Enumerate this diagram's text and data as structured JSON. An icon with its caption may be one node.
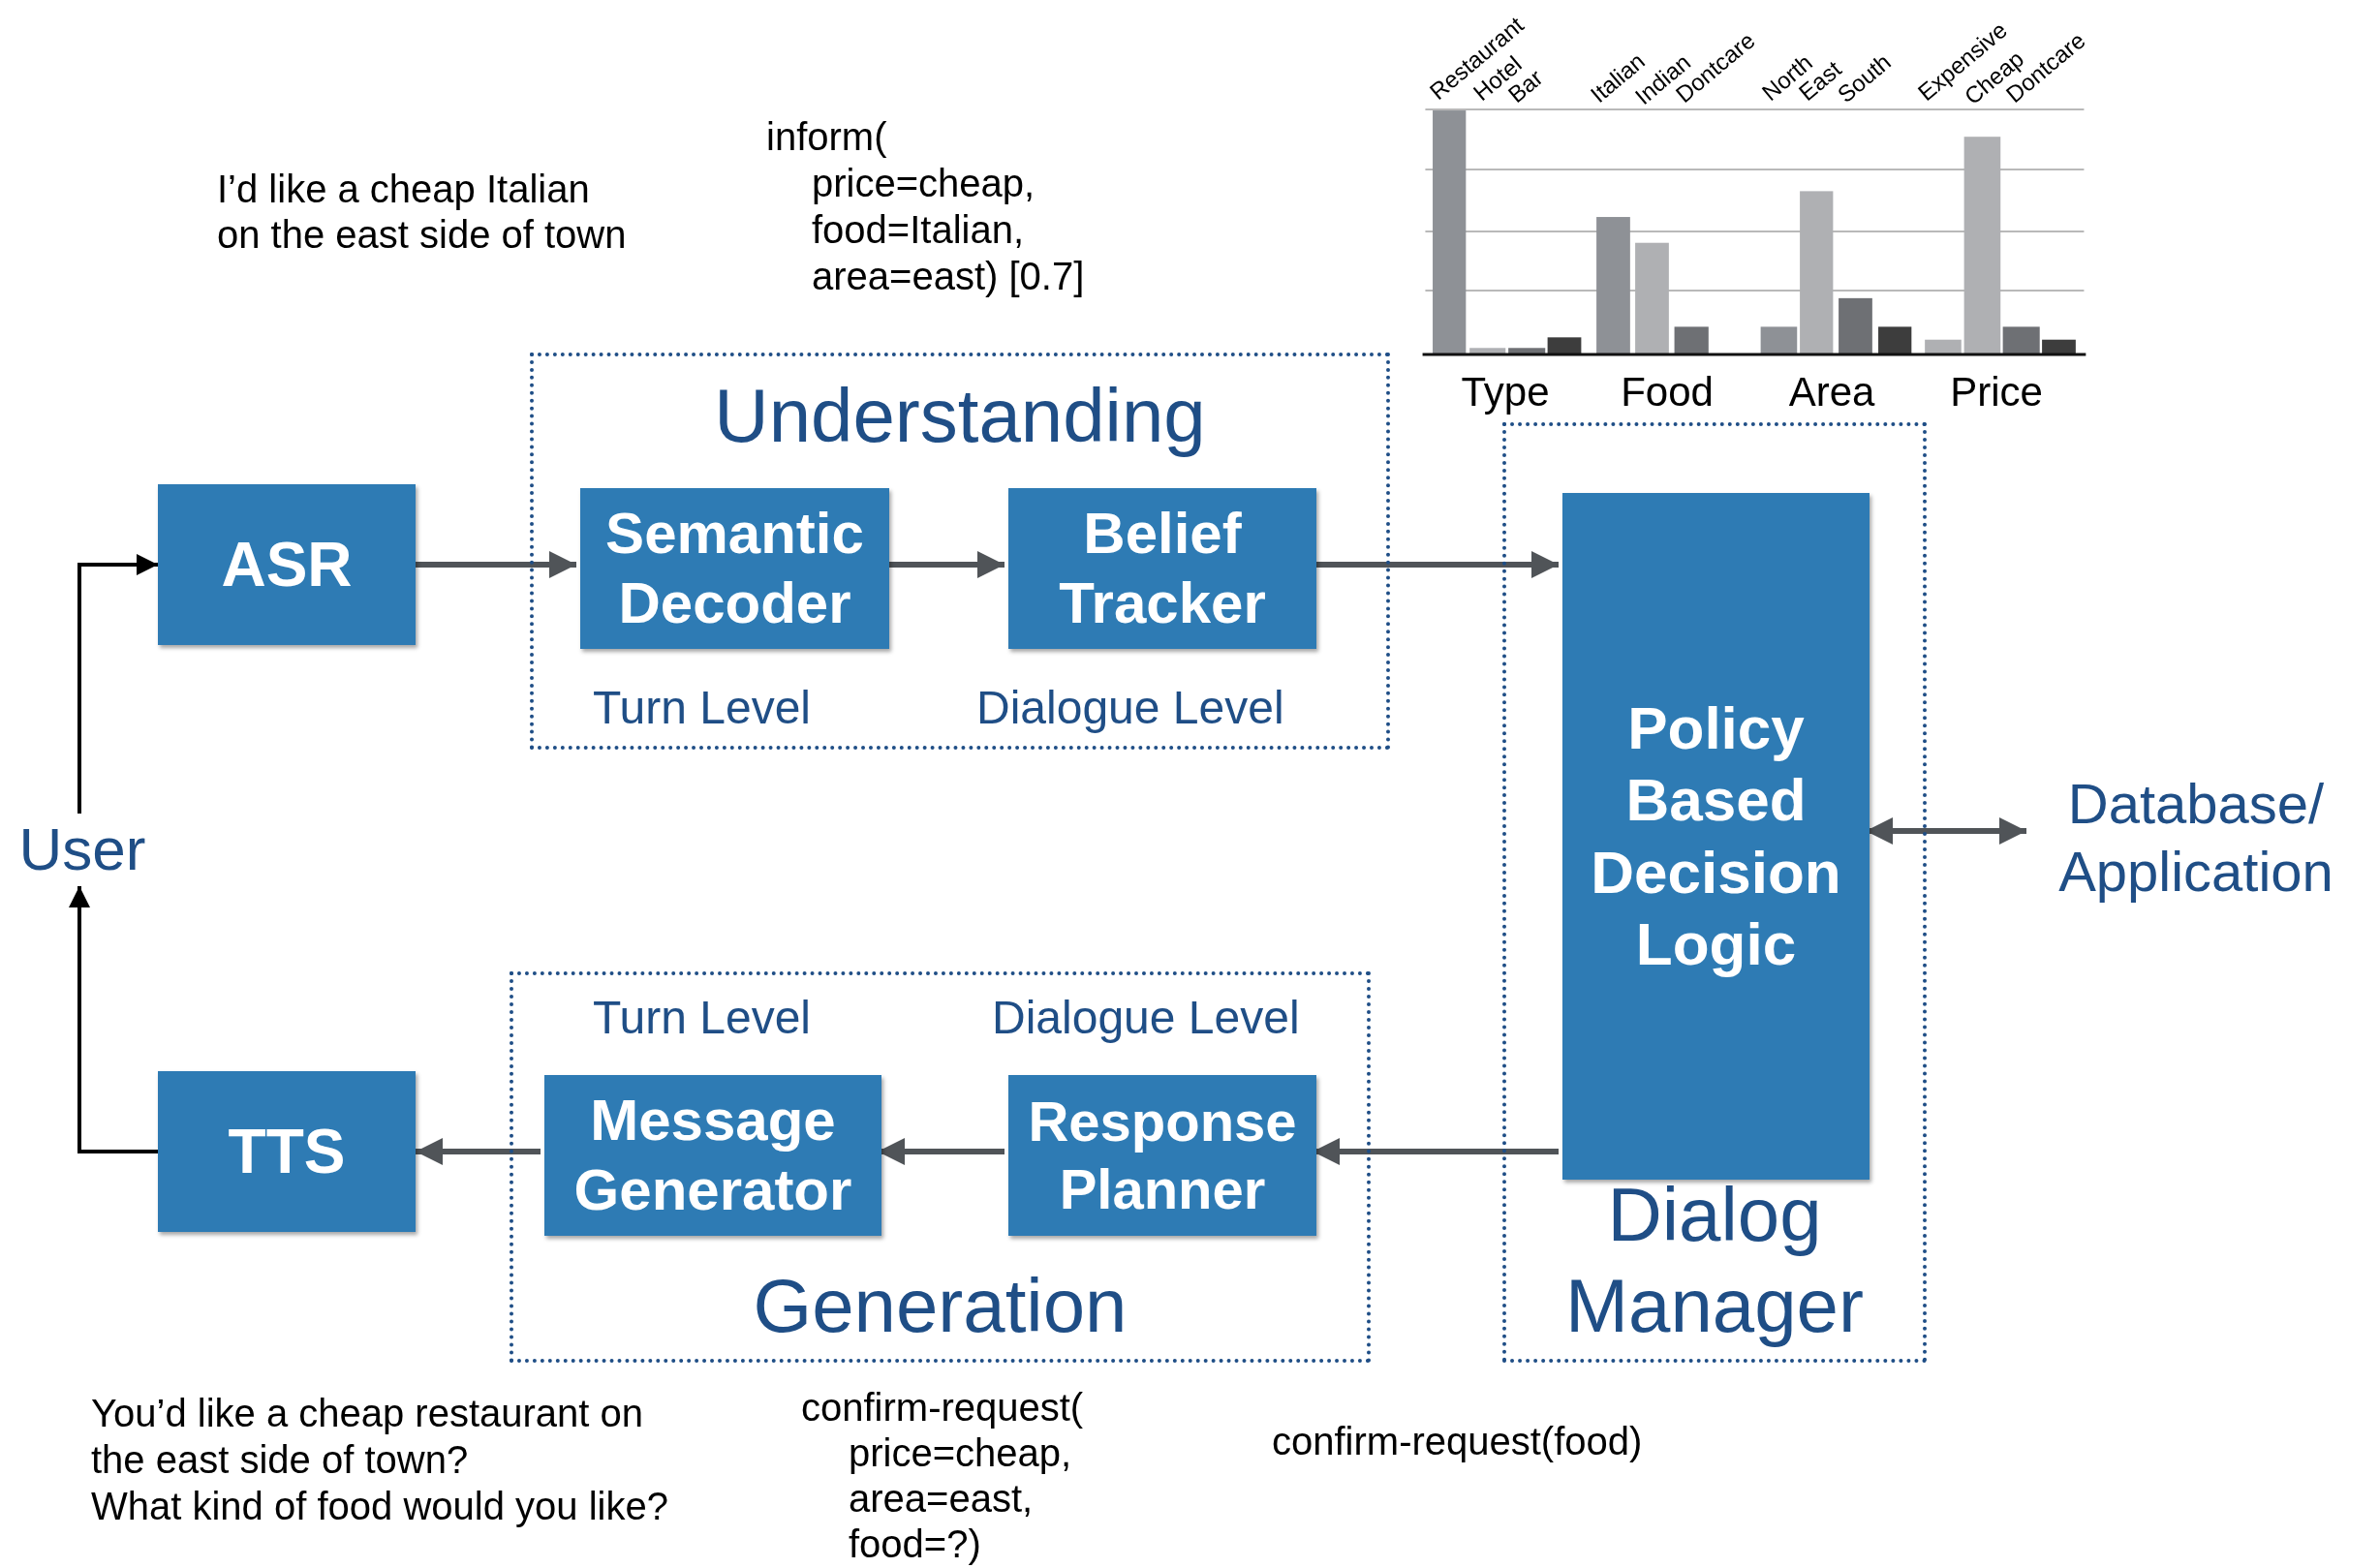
{
  "diagram": {
    "nodes": [
      {
        "text": [
          "ASR"
        ]
      },
      {
        "text": [
          "Understanding"
        ]
      },
      {
        "text": [
          "Semantic Decoder"
        ],
        "in": 1,
        "beside": [
          "Turn Level"
        ]
      },
      {
        "text": [
          "Belief Tracker"
        ],
        "in": 1,
        "beside": [
          "Dialogue Level"
        ]
      },
      {
        "text": [
          "Dialog Manager"
        ]
      },
      {
        "text": [
          "Policy Based Decision Logic"
        ],
        "in": 4
      },
      {
        "text": [
          "Database/ Application"
        ]
      },
      {
        "text": [
          "Generation"
        ]
      },
      {
        "text": [
          "Message Generator"
        ],
        "in": 7,
        "beside": [
          "Turn Level"
        ]
      },
      {
        "text": [
          "Response Planner"
        ],
        "in": 7,
        "beside": [
          "Dialogue Level"
        ]
      },
      {
        "text": [
          "TTS"
        ]
      },
      {
        "text": [
          "User"
        ]
      }
    ],
    "edges": [
      {
        "from": 11,
        "to": 0,
        "arrow": "to",
        "color": "#000000"
      },
      {
        "from": 0,
        "to": 2,
        "arrow": "to"
      },
      {
        "from": 2,
        "to": 3,
        "arrow": "to"
      },
      {
        "from": 3,
        "to": 5,
        "arrow": "to"
      },
      {
        "from": 5,
        "to": 6,
        "arrow": "both"
      },
      {
        "from": 5,
        "to": 9,
        "arrow": "to"
      },
      {
        "from": 9,
        "to": 8,
        "arrow": "to"
      },
      {
        "from": 8,
        "to": 10,
        "arrow": "to"
      },
      {
        "from": 10,
        "to": 11,
        "arrow": "to",
        "color": "#000000"
      }
    ],
    "labels": [
      "I’d like a cheap Italian",
      "on the east side of town",
      "inform(",
      "price=cheap,",
      "food=Italian,",
      "area=east) [0.7]",
      "Restaurant",
      "Hotel",
      "Bar",
      "Italian",
      "Indian",
      "Dontcare",
      "North",
      "East",
      "South",
      "Expensive",
      "Cheap",
      "Dontcare",
      "Type",
      "Food",
      "Area",
      "Price",
      "You’d like a cheap restaurant on",
      "the east side of town?",
      "What kind of food would you like?",
      "confirm-request(",
      "price=cheap,",
      "area=east,",
      "food=?)",
      "confirm-request(food)"
    ]
  }
}
